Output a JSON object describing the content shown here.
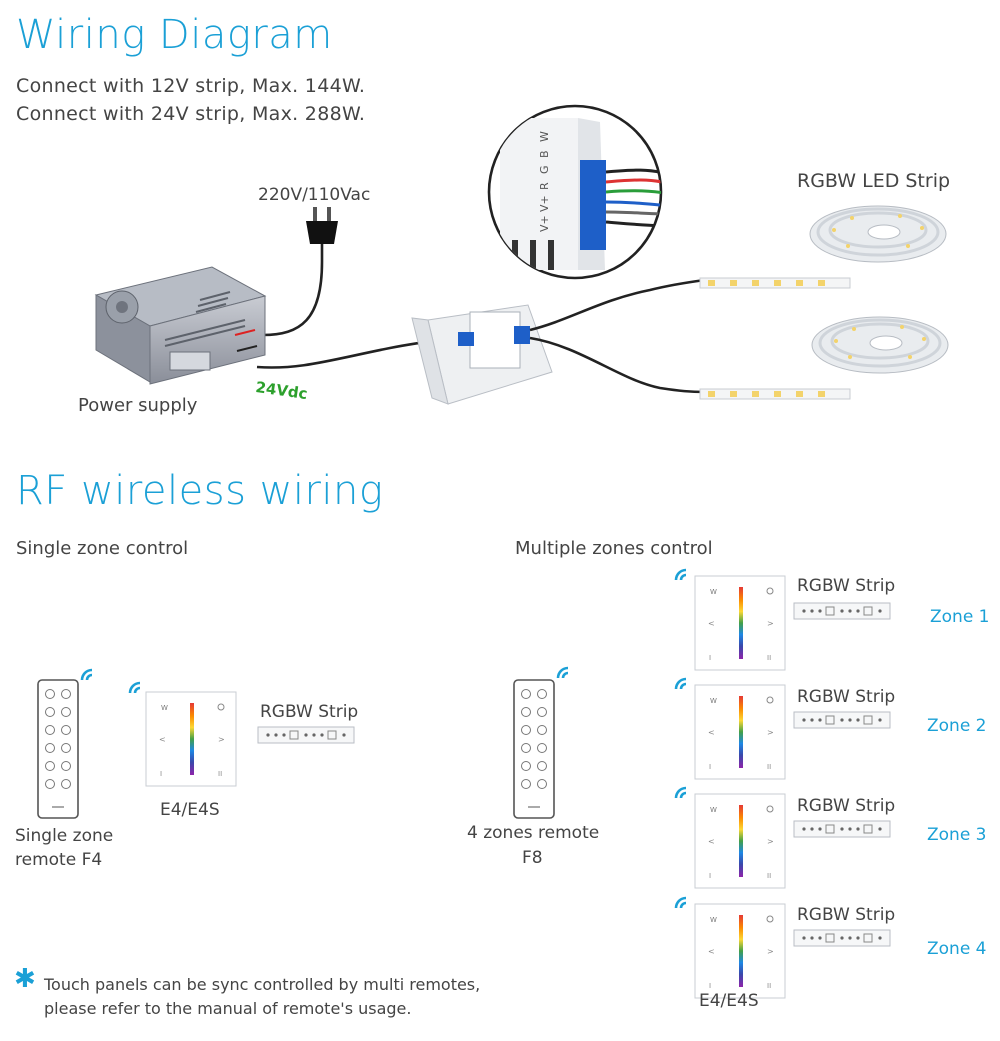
{
  "wiring": {
    "title": "Wiring Diagram",
    "spec_12v": "Connect with 12V strip, Max. 144W.",
    "spec_24v": "Connect with 24V strip, Max. 288W.",
    "mains_label": "220V/110Vac",
    "power_supply_label": "Power supply",
    "dc_label": "24Vdc",
    "strip_title": "RGBW LED Strip",
    "terminal_labels": [
      "V+",
      "V+",
      "R",
      "G",
      "B",
      "W"
    ]
  },
  "rf": {
    "title": "RF wireless wiring",
    "single": {
      "heading": "Single zone control",
      "remote_label_line1": "Single zone",
      "remote_label_line2": "remote F4",
      "panel_label": "E4/E4S",
      "strip_label": "RGBW Strip"
    },
    "multi": {
      "heading": "Multiple zones control",
      "remote_label_line1": "4 zones remote",
      "remote_label_line2": "F8",
      "panel_label": "E4/E4S",
      "zones": [
        {
          "strip_label": "RGBW Strip",
          "zone_label": "Zone 1"
        },
        {
          "strip_label": "RGBW Strip",
          "zone_label": "Zone 2"
        },
        {
          "strip_label": "RGBW Strip",
          "zone_label": "Zone 3"
        },
        {
          "strip_label": "RGBW Strip",
          "zone_label": "Zone 4"
        }
      ]
    },
    "note_line1": "Touch panels can be sync controlled by multi remotes,",
    "note_line2": "please refer to the manual of remote's usage."
  },
  "colors": {
    "accent": "#1ba0d6",
    "dc_label": "#2ca02c",
    "wire": "#222222",
    "terminal_block": "#1e5fc8"
  },
  "icons": [
    "asterisk-icon",
    "wifi-signal-icon",
    "plug-icon"
  ]
}
